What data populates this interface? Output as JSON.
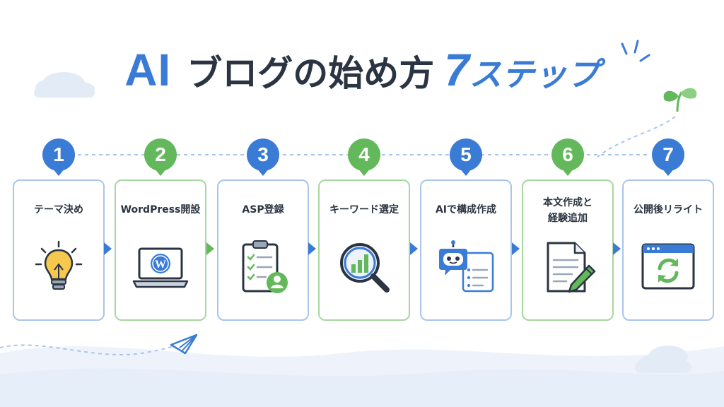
{
  "title": {
    "ai": "AI",
    "main": "ブログの始め方",
    "number": "7",
    "steps_word": "ステップ"
  },
  "colors": {
    "blue": "#3a7bd5",
    "green": "#63b85b",
    "text": "#2b3442"
  },
  "steps": [
    {
      "number": "1",
      "label": "テーマ決め",
      "icon": "lightbulb-icon",
      "color": "blue"
    },
    {
      "number": "2",
      "label": "WordPress開設",
      "icon": "wordpress-laptop-icon",
      "color": "green"
    },
    {
      "number": "3",
      "label": "ASP登録",
      "icon": "clipboard-user-icon",
      "color": "blue"
    },
    {
      "number": "4",
      "label": "キーワード選定",
      "icon": "magnifier-chart-icon",
      "color": "green"
    },
    {
      "number": "5",
      "label": "AIで構成作成",
      "icon": "robot-list-icon",
      "color": "blue"
    },
    {
      "number": "6",
      "label_line1": "本文作成と",
      "label_line2": "経験追加",
      "icon": "document-pen-icon",
      "color": "green"
    },
    {
      "number": "7",
      "label": "公開後リライト",
      "icon": "browser-refresh-icon",
      "color": "blue"
    }
  ]
}
